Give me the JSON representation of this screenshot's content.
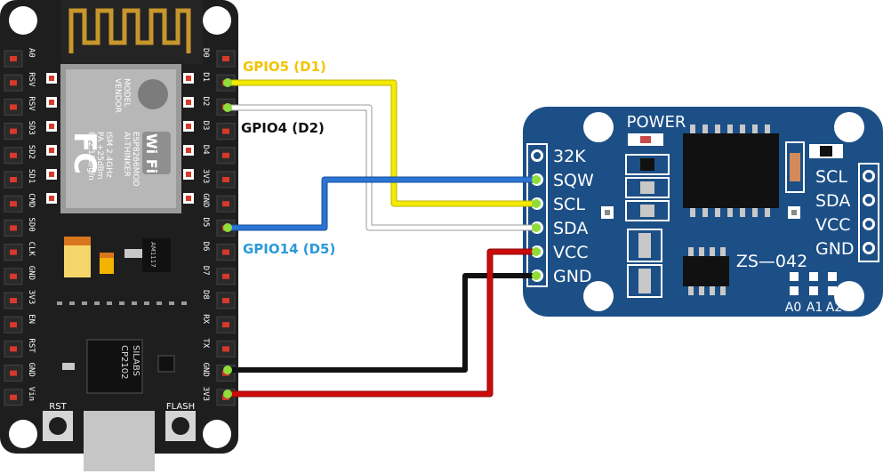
{
  "nodemcu": {
    "left_pins": [
      "A0",
      "RSV",
      "RSV",
      "SD3",
      "SD2",
      "SD1",
      "CMD",
      "SD0",
      "CLK",
      "GND",
      "3V3",
      "EN",
      "RST",
      "GND",
      "Vin"
    ],
    "right_pins": [
      "D0",
      "D1",
      "D2",
      "D3",
      "D4",
      "3V3",
      "GND",
      "D5",
      "D6",
      "D7",
      "D8",
      "RX",
      "TX",
      "GND",
      "3V3"
    ],
    "module_text": [
      "MODEL",
      "VENDOR",
      "ISM 2.4GHz",
      "PA +25dBm",
      "802.11b/g/n"
    ],
    "module_values": [
      "ESP8266MOD",
      "AI-THINKER"
    ],
    "fc_logo": "FC",
    "wifi_logo": "Wi Fi",
    "regulator_text": "AM1117",
    "usb_chip_text": [
      "SILABS",
      "CP2102"
    ],
    "rst_label": "RST",
    "flash_label": "FLASH"
  },
  "rtc": {
    "left_pins": [
      "32K",
      "SQW",
      "SCL",
      "SDA",
      "VCC",
      "GND"
    ],
    "right_pins": [
      "SCL",
      "SDA",
      "VCC",
      "GND"
    ],
    "power_label": "POWER",
    "model_label": "ZS—042",
    "address_labels": [
      "A0",
      "A1",
      "A2"
    ]
  },
  "wires": [
    {
      "label": "GPIO5 (D1)",
      "from": "D1",
      "to": "SCL",
      "color": "#f4ea00"
    },
    {
      "label": "GPIO4 (D2)",
      "from": "D2",
      "to": "SDA",
      "color": "#c9c9c9"
    },
    {
      "label": "GPIO14 (D5)",
      "from": "D5",
      "to": "SQW",
      "color": "#2a74d4"
    },
    {
      "label": "",
      "from": "GND",
      "to": "GND",
      "color": "#111111"
    },
    {
      "label": "",
      "from": "3V3",
      "to": "VCC",
      "color": "#cc0a0a"
    }
  ],
  "colors": {
    "board": "#1e1e1e",
    "rtc_board": "#1c4f86",
    "gpio5_label": "#f2c400",
    "gpio4_label": "#111111",
    "gpio14_label": "#2a9ad8"
  }
}
